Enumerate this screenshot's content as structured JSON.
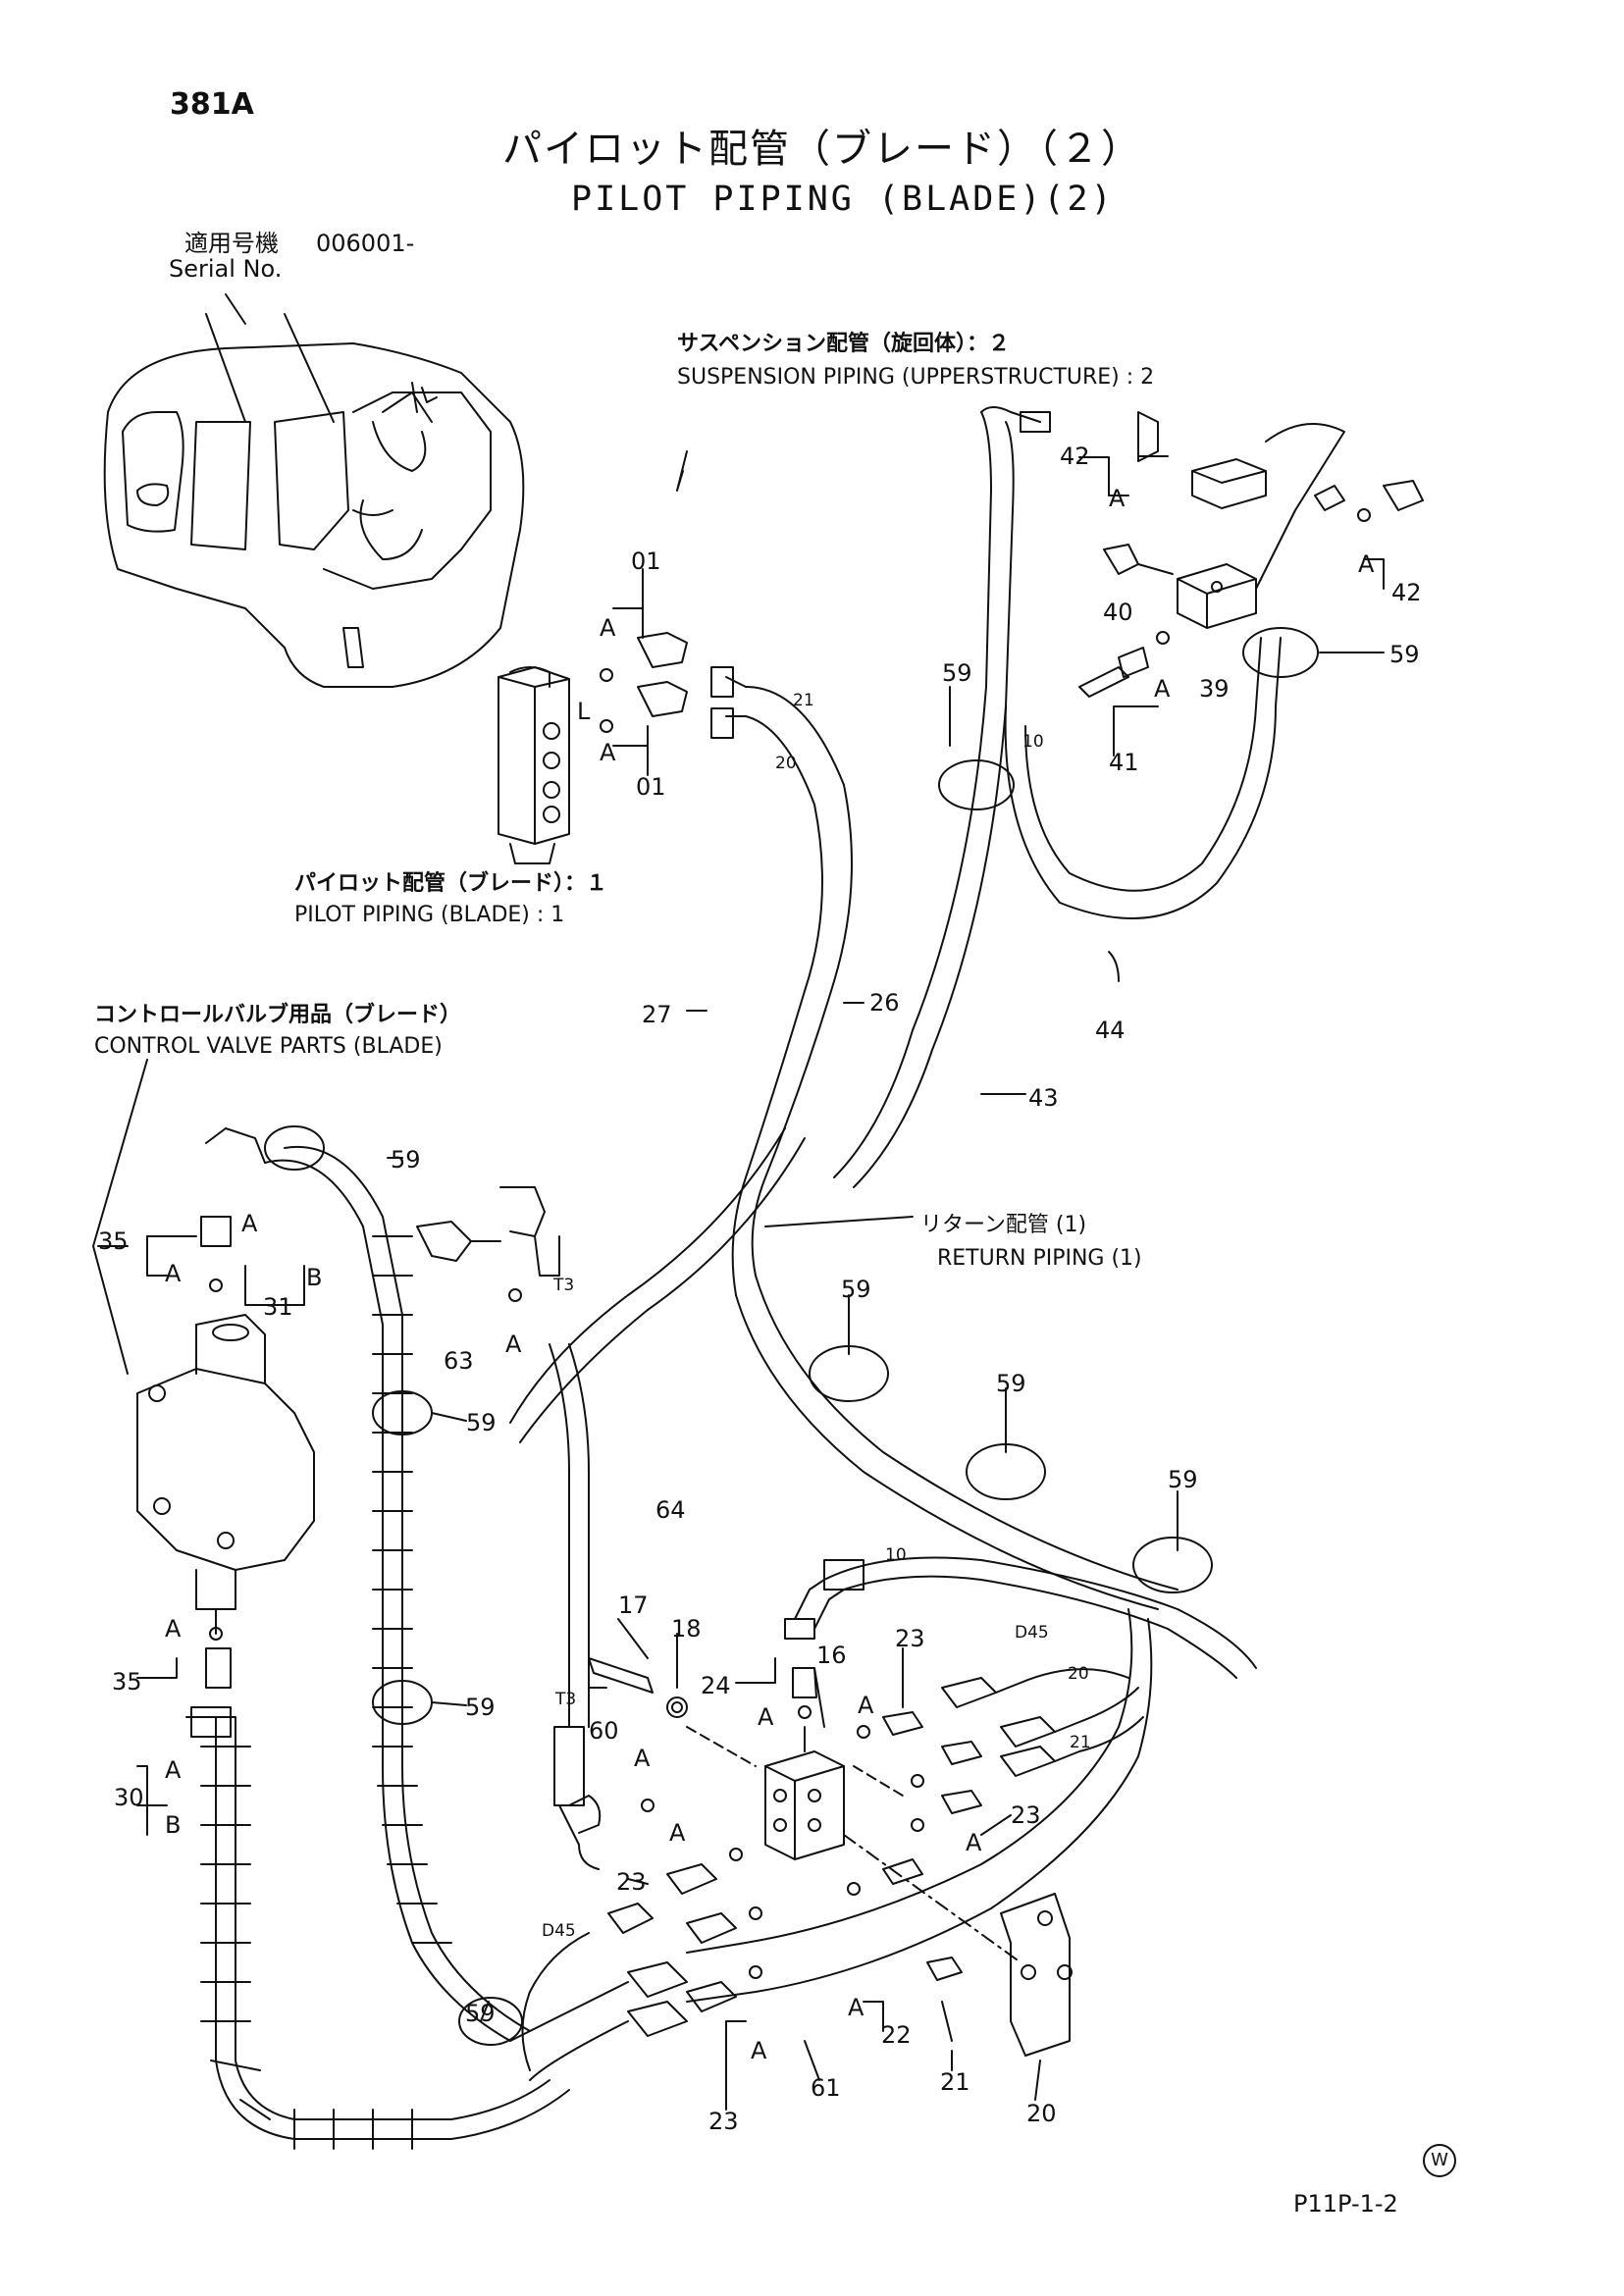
{
  "page_number": "381A",
  "title_ja": "パイロット配管（ブレード）（２）",
  "title_en": "PILOT PIPING (BLADE)(2)",
  "serial": {
    "label_ja": "適用号機",
    "value": "006001-",
    "label_en": "Serial No."
  },
  "references": {
    "suspension_ja": "サスペンション配管（旋回体）：２",
    "suspension_en": "SUSPENSION PIPING (UPPERSTRUCTURE) : 2",
    "pilot_ja": "パイロット配管（ブレード）：１",
    "pilot_en": "PILOT PIPING (BLADE) : 1",
    "control_ja": "コントロールバルブ用品（ブレード）",
    "control_en": "CONTROL VALVE PARTS (BLADE)",
    "return_ja": "リターン配管 (1)",
    "return_en": "RETURN PIPING (1)"
  },
  "callouts": [
    "01",
    "01",
    "42",
    "42",
    "40",
    "39",
    "59",
    "41",
    "59",
    "27",
    "26",
    "44",
    "43",
    "59",
    "35",
    "31",
    "63",
    "59",
    "59",
    "59",
    "59",
    "64",
    "17",
    "18",
    "24",
    "16",
    "23",
    "60",
    "35",
    "30",
    "23",
    "59",
    "22",
    "21",
    "23",
    "61",
    "20",
    "59",
    "23"
  ],
  "letters": [
    "A",
    "A",
    "A",
    "A",
    "A",
    "A",
    "A",
    "A",
    "A",
    "A",
    "A",
    "A",
    "A",
    "A",
    "A",
    "A",
    "A",
    "B",
    "B",
    "L"
  ],
  "hose_marks": [
    "21",
    "20",
    "10",
    "10",
    "D45",
    "20",
    "21",
    "D45",
    "T3",
    "T3"
  ],
  "drawing_code": "P11P-1-2",
  "circle_mark": "W"
}
